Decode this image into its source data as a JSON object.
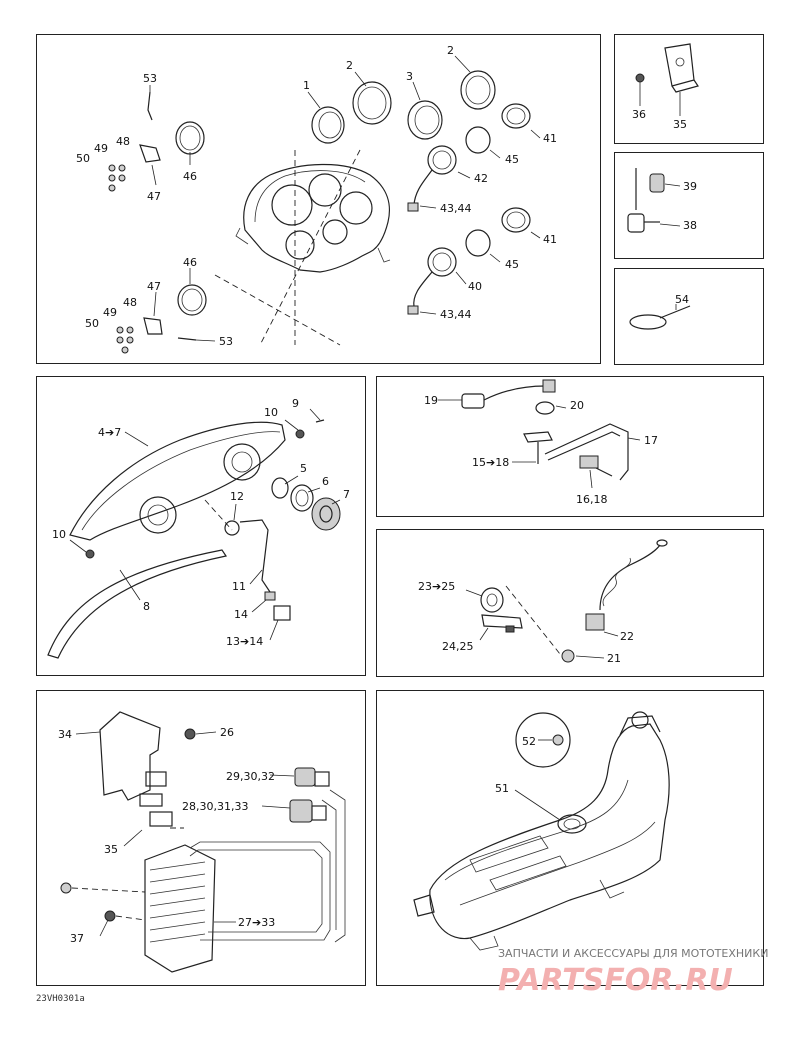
{
  "panels": {
    "instruments": {
      "callouts": [
        "1",
        "2",
        "3",
        "2",
        "53",
        "49",
        "48",
        "50",
        "46",
        "47",
        "41",
        "45",
        "42",
        "43,44",
        "41",
        "45",
        "46",
        "47",
        "49",
        "48",
        "50",
        "53",
        "40",
        "43,44"
      ]
    },
    "bracket": {
      "callouts": [
        "36",
        "35"
      ]
    },
    "sender": {
      "callouts": [
        "39",
        "38"
      ]
    },
    "tie": {
      "callouts": [
        "54"
      ]
    },
    "headlight": {
      "callouts": [
        "9",
        "10",
        "4➔7",
        "5",
        "6",
        "7",
        "12",
        "10",
        "8",
        "11",
        "14",
        "13➔14"
      ]
    },
    "harness": {
      "callouts": [
        "19",
        "20",
        "17",
        "15➔18",
        "16,18"
      ]
    },
    "lanyard": {
      "callouts": [
        "23➔25",
        "24,25",
        "22",
        "21"
      ]
    },
    "regulator": {
      "callouts": [
        "34",
        "26",
        "29,30,32",
        "28,30,31,33",
        "35",
        "27➔33",
        "37"
      ]
    },
    "fuel_tank": {
      "callouts": [
        "52",
        "51"
      ]
    }
  },
  "watermark": {
    "tagline": "ЗАПЧАСТИ И АКСЕССУАРЫ ДЛЯ МОТОТЕХНИКИ",
    "brand": "PARTSFOR.RU"
  },
  "drawing_code": "23VH0301a"
}
